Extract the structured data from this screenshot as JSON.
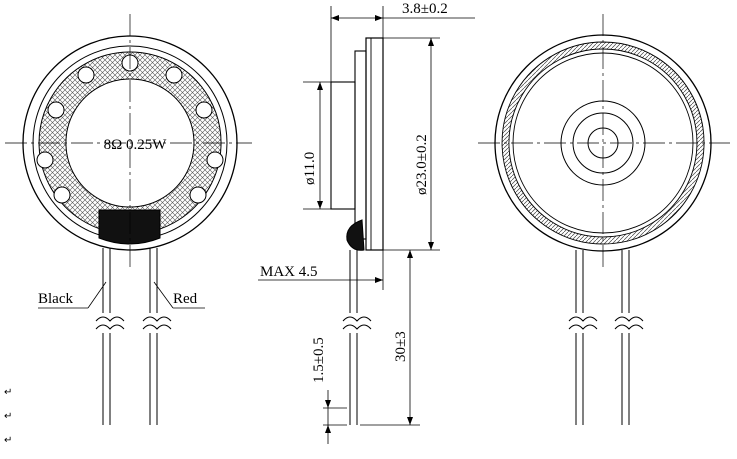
{
  "front_view": {
    "spec_label": "8Ω  0.25W",
    "wire_left_label": "Black",
    "wire_right_label": "Red"
  },
  "side_view": {
    "thickness_dim": "3.8±0.2",
    "inner_diameter_dim": "ø11.0",
    "outer_diameter_dim": "ø23.0±0.2",
    "max_height_dim": "MAX 4.5",
    "strip_length_dim": "1.5±0.5",
    "wire_length_dim": "30±3"
  },
  "margin_marks": [
    "↵",
    "↵",
    "↵"
  ],
  "colors": {
    "line": "#000000",
    "background": "#ffffff",
    "hatch": "#555555",
    "terminal": "#111111"
  }
}
